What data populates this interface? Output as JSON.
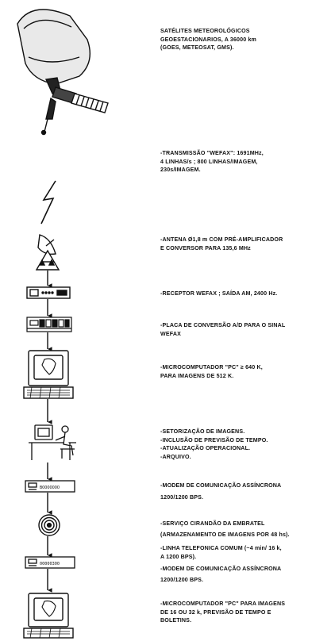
{
  "labels": {
    "satellite": [
      "SATÉLITES  METEOROLÓGICOS",
      "GEOESTACIONARIOS, A 36000 km",
      "(GOES, METEOSAT, GMS)."
    ],
    "transmission": [
      "-TRANSMISSÃO \"WEFAX\": 1691MHz,",
      "4 LINHAS/s ; 800 LINHAS/IMAGEM,",
      "230s/IMAGEM."
    ],
    "antenna": [
      "-ANTENA Ø1,8 m  COM PRÉ-AMPLIFICADOR",
      "E CONVERSOR PARA 135,6 MHz"
    ],
    "receiver": [
      "-RECEPTOR  WEFAX ; SAÍDA AM, 2400 Hz."
    ],
    "ad_board": [
      "-PLACA DE CONVERSÃO A/D PARA O SINAL",
      "WEFAX"
    ],
    "microcomputer_1": [
      "-MICROCOMPUTADOR \"PC\" ≥ 640 K,",
      "PARA IMAGENS DE 512 K."
    ],
    "operations": [
      "-SETORIZAÇÃO DE IMAGENS.",
      "-INCLUSÃO DE PREVISÃO DE TEMPO.",
      "-ATUALIZAÇÃO OPERACIONAL.",
      "-ARQUIVO."
    ],
    "modem_1": [
      "-MODEM DE COMUNICAÇÃO ASSÍNCRONA",
      "1200/1200 BPS."
    ],
    "embratel": [
      "-SERVIÇO CIRANDÃO DA EMBRATEL",
      "(ARMAZENAMENTO DE IMAGENS POR 48 hs)."
    ],
    "phone_line": [
      "-LINHA TELEFONICA COMUM (~4 min/ 16 k,",
      "A 1200 BPS)."
    ],
    "modem_2": [
      "-MODEM DE COMUNICAÇÃO ASSÍNCRONA",
      "1200/1200 BPS."
    ],
    "microcomputer_2": [
      "-MICROCOMPUTADOR \"PC\" PARA IMAGENS",
      "DE 16 OU 32 k, PREVISÃO DE TEMPO E",
      "BOLETINS."
    ]
  },
  "device_text": {
    "modem_1_display": "BOOOOOOO",
    "modem_2_display": "00000300"
  },
  "colors": {
    "ink": "#111111",
    "background": "#ffffff"
  }
}
